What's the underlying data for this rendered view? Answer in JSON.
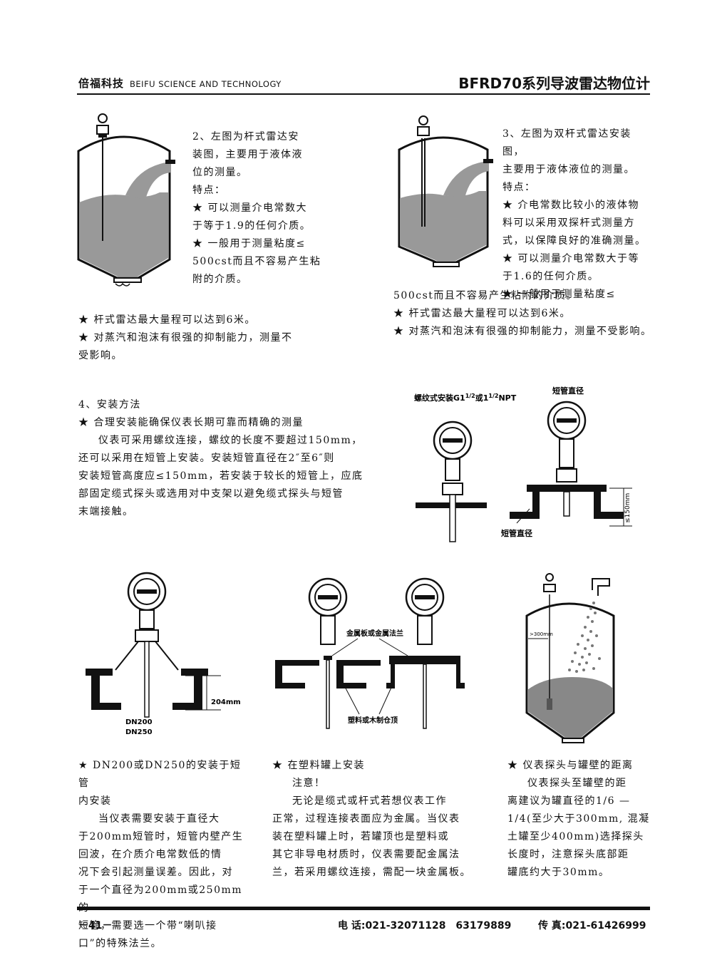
{
  "header": {
    "company_cn": "倍福科技",
    "company_en": "BEIFU SCIENCE AND TECHNOLOGY",
    "product_title": "BFRD70系列导波雷达物位计"
  },
  "section2": {
    "lines": [
      "2、左图为杆式雷达安",
      "装图，主要用于液体液",
      "位的测量。",
      "特点：",
      "★ 可以测量介电常数大",
      "于等于1.9的任何介质。",
      "★ 一般用于测量粘度≤",
      "500cst而且不容易产生粘",
      "附的介质。"
    ],
    "bottom": [
      "★ 杆式雷达最大量程可以达到6米。",
      "★ 对蒸汽和泡沫有很强的抑制能力，测量不",
      "受影响。"
    ]
  },
  "section3": {
    "lines": [
      "3、左图为双杆式雷达安装图，",
      "主要用于液体液位的测量。",
      "特点：",
      "★ 介电常数比较小的液体物",
      "料可以采用双探杆式测量方",
      "式，以保障良好的准确测量。",
      "★ 可以测量介电常数大于等",
      "于1.6的任何介质。",
      "★ 一般用于测量粘度≤"
    ],
    "bottom": [
      "500cst而且不容易产生粘附的介质。",
      "★ 杆式雷达最大量程可以达到6米。",
      "★ 对蒸汽和泡沫有很强的抑制能力，测量不受影响。"
    ]
  },
  "section4": {
    "title": "4、安装方法",
    "bullet": "★ 合理安装能确保仪表长期可靠而精确的测量",
    "body": [
      "仪表可采用螺纹连接，螺纹的长度不要超过150mm，",
      "还可以采用在短管上安装。安装短管直径在2″至6″则",
      "安装短管高度应≤150mm，若安装于较长的短管上，应底",
      "部固定缆式探头或选用对中支架以避免缆式探头与短管",
      "末端接触。"
    ]
  },
  "fig_install": {
    "thread_label": "螺纹式安装G1",
    "thread_frac1": "1/2",
    "thread_mid": "或1",
    "thread_frac2": "1/2",
    "thread_suffix": "NPT",
    "nozzle_label_top": "短管直径",
    "nozzle_label_bottom": "短管直径",
    "height_label": "≤150mm"
  },
  "fig_dn": {
    "dim": "204mm",
    "dn200": "DN200",
    "dn250": "DN250"
  },
  "fig_plastic": {
    "metal_label": "金属板或金属法兰",
    "roof_label": "塑料或木制仓顶"
  },
  "fig_silo": {
    "dist_label": ">300mm"
  },
  "col_dn": {
    "title": [
      "★ DN200或DN250的安装于短管",
      "内安装"
    ],
    "body": [
      "当仪表需要安装于直径大",
      "于200mm短管时，短管内壁产生",
      "回波，在介质介电常数低的情",
      "况下会引起测量误差。因此，对",
      "于一个直径为200mm或250mm的",
      "短管，需要选一个带“喇叭接",
      "口”的特殊法兰。"
    ]
  },
  "col_plastic": {
    "title": "★ 在塑料罐上安装",
    "note": "注意！",
    "body": [
      "无论是缆式或杆式若想仪表工作",
      "正常，过程连接表面应为金属。当仪表",
      "装在塑料罐上时，若罐顶也是塑料或",
      "其它非导电材质时，仪表需要配金属法",
      "兰，若采用螺纹连接，需配一块金属板。"
    ]
  },
  "col_distance": {
    "title": "★ 仪表探头与罐壁的距离",
    "body": [
      "仪表探头至罐壁的距",
      "离建议为罐直径的1/6 —",
      "1/4(至少大于300mm, 混凝",
      "土罐至少400mm)选择探头",
      "长度时，注意探头底部距",
      "罐底约大于30mm。"
    ]
  },
  "footer": {
    "page": "－41－",
    "phone": "电 话:021-32071128　63179889",
    "fax": "传 真:021-61426999"
  }
}
